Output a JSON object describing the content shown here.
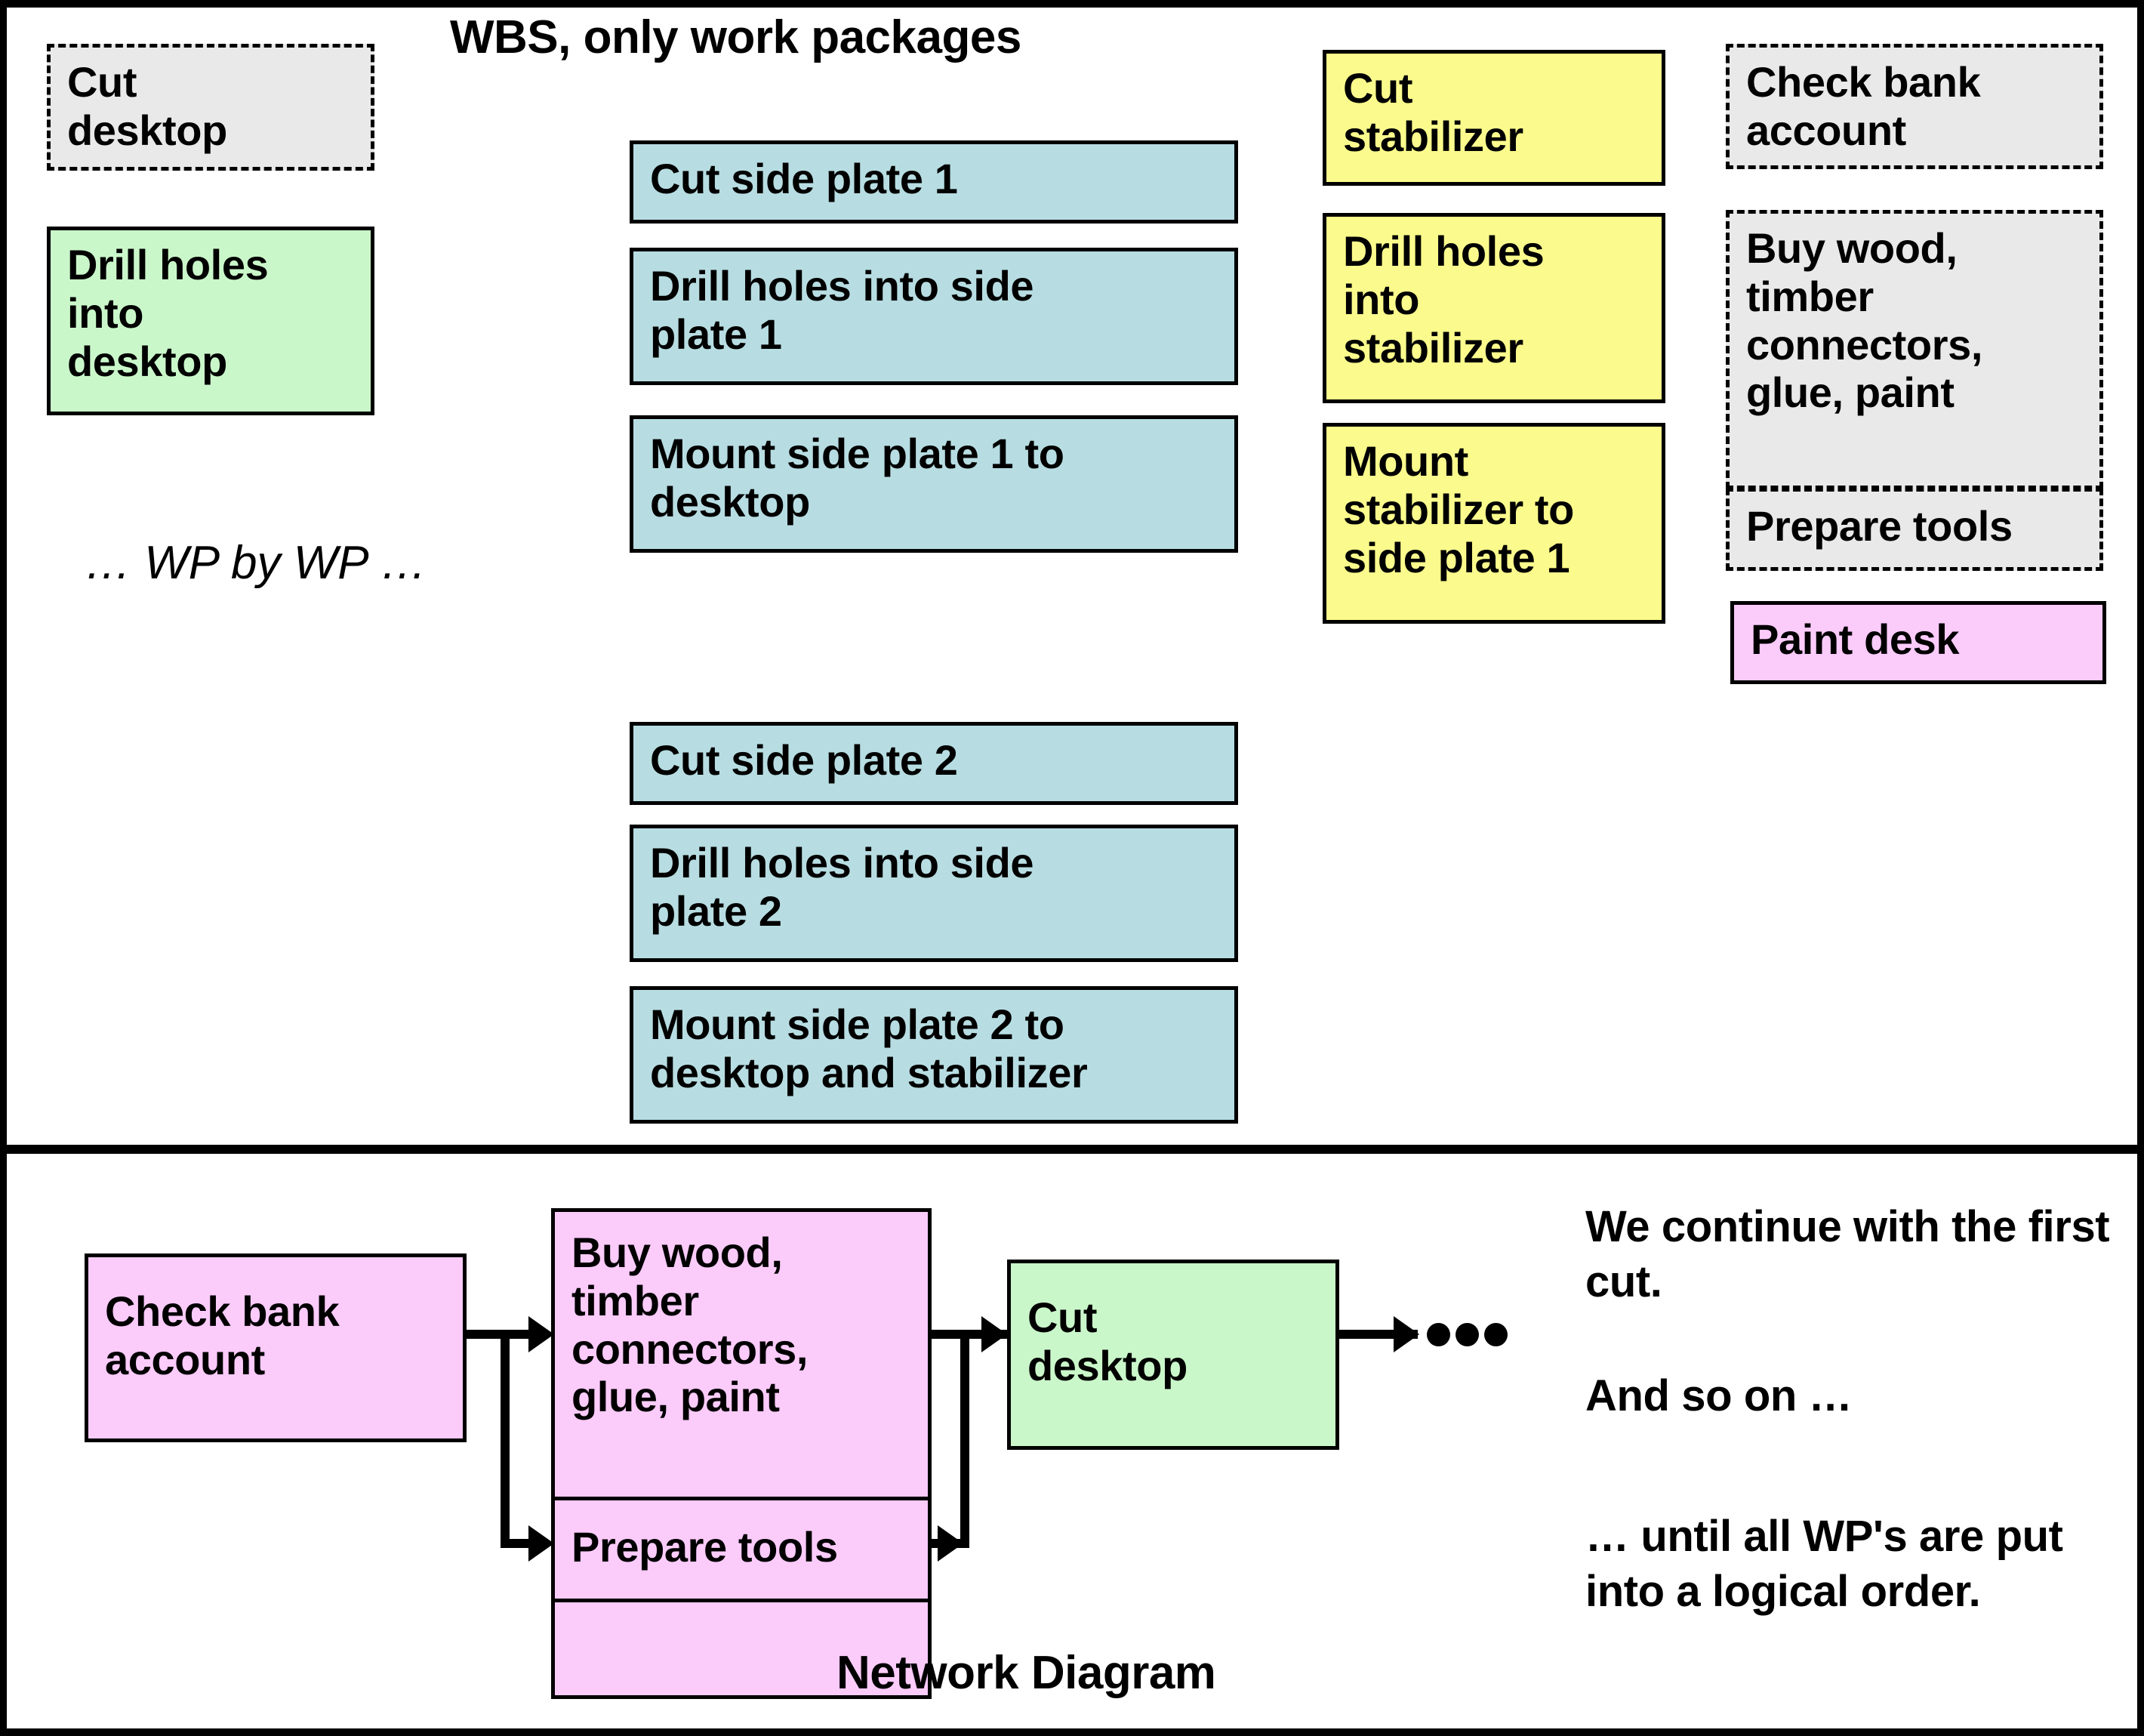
{
  "wbs": {
    "title": "WBS, only work packages",
    "ellipsis_note": "… WP by WP …",
    "column_left": [
      {
        "label": "Cut\ndesktop",
        "fill": "#e9e9e9",
        "border": "dashed"
      },
      {
        "label": "Drill holes\ninto\ndesktop",
        "fill": "#caf7ca",
        "border": "solid"
      }
    ],
    "column_plate1": [
      {
        "label": "Cut side plate 1",
        "fill": "#b7dde2",
        "border": "solid"
      },
      {
        "label": "Drill holes into side\nplate 1",
        "fill": "#b7dde2",
        "border": "solid"
      },
      {
        "label": "Mount side plate 1 to\ndesktop",
        "fill": "#b7dde2",
        "border": "solid"
      }
    ],
    "column_plate2": [
      {
        "label": "Cut side plate 2",
        "fill": "#b7dde2",
        "border": "solid"
      },
      {
        "label": "Drill holes into side\nplate 2",
        "fill": "#b7dde2",
        "border": "solid"
      },
      {
        "label": "Mount side plate 2 to\ndesktop and stabilizer",
        "fill": "#b7dde2",
        "border": "solid"
      }
    ],
    "column_stabilizer": [
      {
        "label": "Cut\nstabilizer",
        "fill": "#fbfb8d",
        "border": "solid"
      },
      {
        "label": "Drill holes\ninto\nstabilizer",
        "fill": "#fbfb8d",
        "border": "solid"
      },
      {
        "label": "Mount\nstabilizer to\nside plate 1",
        "fill": "#fbfb8d",
        "border": "solid"
      }
    ],
    "column_right": [
      {
        "label": "Check bank\naccount",
        "fill": "#e9e9e9",
        "border": "dashed"
      },
      {
        "label": "Buy wood,\ntimber\nconnectors,\nglue, paint",
        "fill": "#e9e9e9",
        "border": "dashed"
      },
      {
        "label": "Prepare tools",
        "fill": "#e9e9e9",
        "border": "dashed"
      },
      {
        "label": "Paint desk",
        "fill": "#fbcbfa",
        "border": "solid"
      }
    ]
  },
  "network": {
    "title": "Network Diagram",
    "nodes": [
      {
        "id": "check-bank-account",
        "label": "Check bank\naccount",
        "fill": "#fbcbfa"
      },
      {
        "id": "buy-materials",
        "label": "Buy wood,\ntimber\nconnectors,\nglue, paint",
        "fill": "#fbcbfa"
      },
      {
        "id": "prepare-tools",
        "label": "Prepare tools",
        "fill": "#fbcbfa"
      },
      {
        "id": "cut-desktop",
        "label": "Cut\ndesktop",
        "fill": "#caf7ca"
      }
    ],
    "continuation_marker": "•••",
    "notes": [
      "We continue with the first cut.",
      "And so on …",
      "… until all WP's are put into a logical order."
    ]
  },
  "colors": {
    "outline": "#000000",
    "grey": "#e9e9e9",
    "green": "#caf7ca",
    "cyan": "#b7dde2",
    "yellow": "#fbfb8d",
    "pink": "#fbcbfa",
    "background": "#ffffff"
  }
}
